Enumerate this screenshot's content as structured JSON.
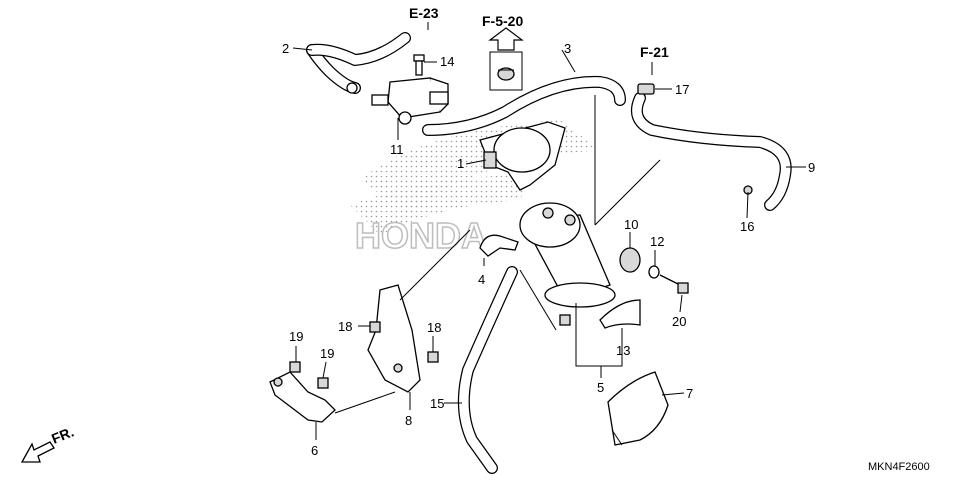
{
  "diagram": {
    "drawing_code": "MKN4F2600",
    "front_label": "FR.",
    "refs": {
      "e23": "E-23",
      "f520": "F-5-20",
      "f21": "F-21"
    },
    "watermark": "HONDA",
    "callouts": {
      "p1": "1",
      "p2": "2",
      "p3": "3",
      "p4": "4",
      "p5": "5",
      "p6": "6",
      "p7": "7",
      "p8": "8",
      "p9": "9",
      "p10": "10",
      "p11": "11",
      "p12": "12",
      "p13": "13",
      "p14": "14",
      "p15": "15",
      "p16": "16",
      "p17": "17",
      "p18a": "18",
      "p18b": "18",
      "p19a": "19",
      "p19b": "19",
      "p20": "20"
    }
  }
}
